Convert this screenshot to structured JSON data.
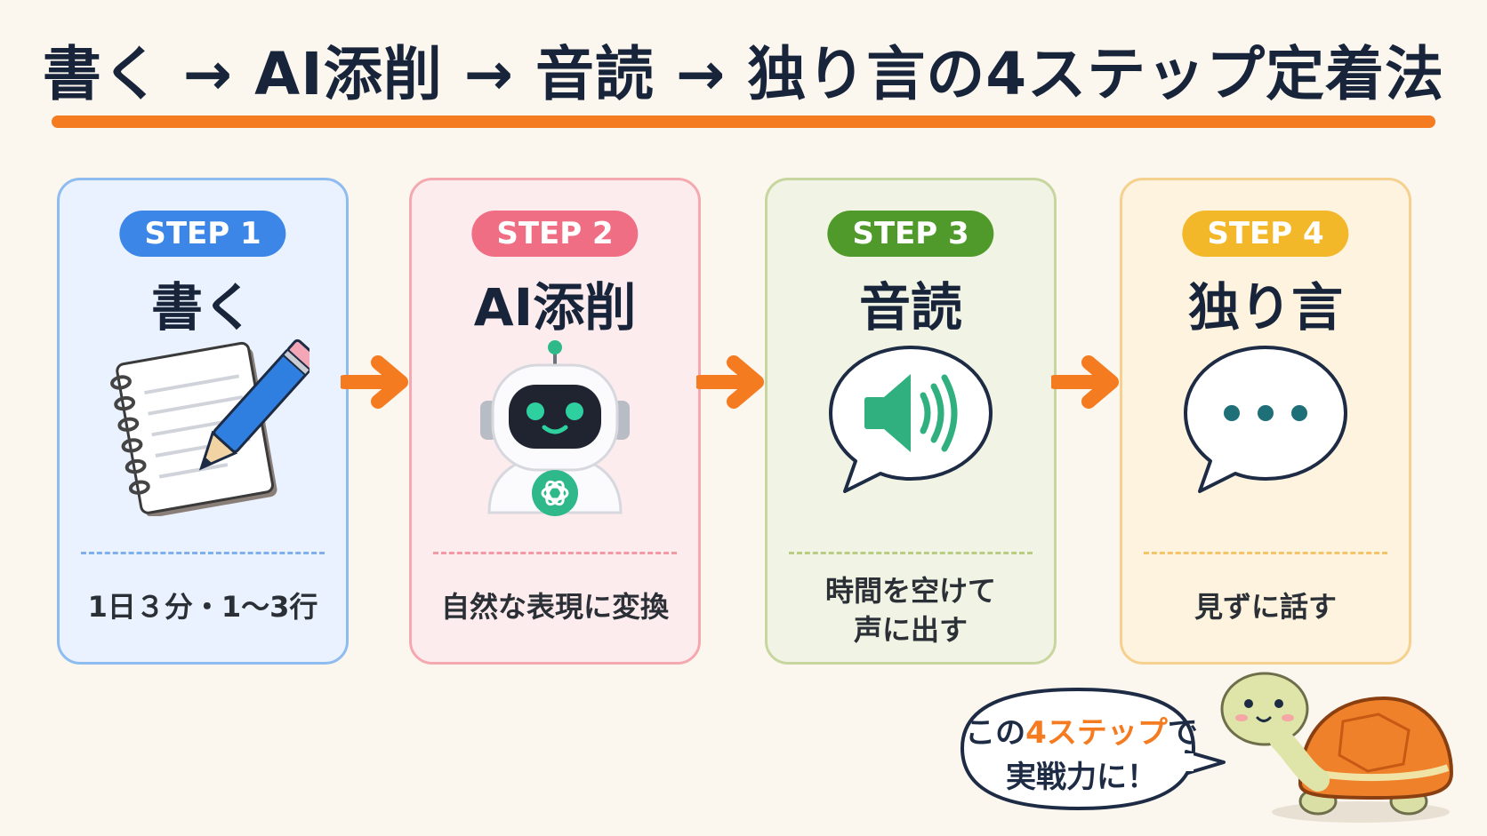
{
  "title": "書く → AI添削 → 音読 → 独り言の4ステップ定着法",
  "steps": [
    {
      "badge": "STEP 1",
      "title": "書く",
      "description": "1日３分・1〜3行",
      "icon": "notebook-pencil-icon",
      "color": "#3b86e6"
    },
    {
      "badge": "STEP 2",
      "title": "AI添削",
      "description": "自然な表現に変換",
      "icon": "robot-icon",
      "color": "#f06e83"
    },
    {
      "badge": "STEP 3",
      "title": "音読",
      "description_lines": [
        "時間を空けて",
        "声に出す"
      ],
      "icon": "speaker-speech-bubble-icon",
      "color": "#4f9a2a"
    },
    {
      "badge": "STEP 4",
      "title": "独り言",
      "description": "見ずに話す",
      "icon": "ellipsis-speech-bubble-icon",
      "color": "#f3b72a"
    }
  ],
  "mascot": {
    "icon": "turtle-icon",
    "speech_prefix": "この",
    "speech_accent": "4ステップ",
    "speech_suffix": "で",
    "speech_line2": "実戦力に！"
  },
  "colors": {
    "accent": "#f47b20",
    "navy": "#18243a",
    "background": "#fbf6ee"
  }
}
